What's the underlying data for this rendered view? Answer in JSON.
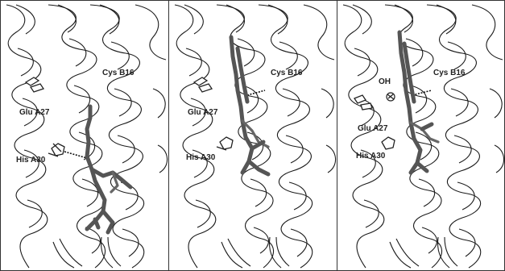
{
  "panels": [
    {
      "labels": {
        "cys": "Cys B16",
        "glu": "Glu A27",
        "his": "His A30"
      }
    },
    {
      "labels": {
        "cys": "Cys B16",
        "glu": "Glu A27",
        "his": "His A30"
      }
    },
    {
      "labels": {
        "oh": "OH",
        "cys": "Cys B16",
        "glu": "Glu A27",
        "his": "His A30"
      }
    }
  ]
}
